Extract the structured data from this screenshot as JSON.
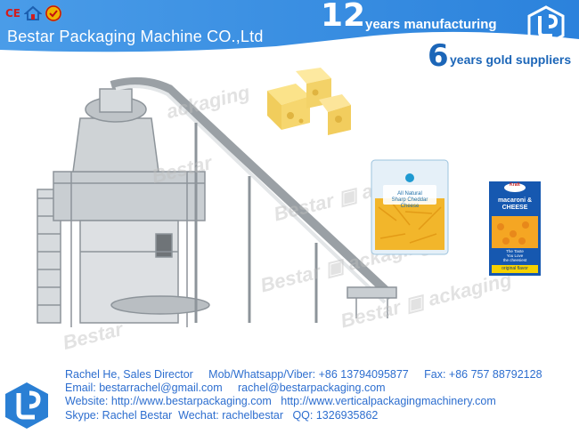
{
  "colors": {
    "banner_blue": "#3a8fe0",
    "banner_dark": "#1c66b8",
    "contact_text": "#2d6ecf",
    "logo_blue": "#2a7fd4"
  },
  "header": {
    "certifications": [
      {
        "name": "ce-mark-icon",
        "label": "CE"
      },
      {
        "name": "house-icon",
        "label": ""
      },
      {
        "name": "quality-badge-icon",
        "label": ""
      }
    ],
    "company_name": "Bestar Packaging Machine CO.,Ltd",
    "years_manufacturing_number": "12",
    "years_manufacturing_text": "years manufacturing",
    "gold_supplier_number": "6",
    "gold_supplier_text": "years  gold suppliers"
  },
  "products": {
    "shred_bag_label_line1": "All Natural",
    "shred_bag_label_line2": "Sharp Cheddar",
    "shred_bag_label_line3": "Cheese",
    "mac_box_brand": "Kraft",
    "mac_box_title_line1": "macaroni &",
    "mac_box_title_line2": "CHEESE",
    "mac_box_tagline_line1": "The Taste",
    "mac_box_tagline_line2": "You Love",
    "mac_box_flavor": "the cheesiest",
    "mac_box_variant": "original flavor"
  },
  "watermark": "Bestar",
  "watermark_suffix": "ackaging",
  "contact": {
    "line1": "Rachel He, Sales Director     Mob/Whatsapp/Viber: +86 13794095877     Fax: +86 757 88792128",
    "line2": "Email: bestarrachel@gmail.com     rachel@bestarpackaging.com",
    "line3": "Website: http://www.bestarpackaging.com   http://www.verticalpackagingmachinery.com",
    "line4": "Skype: Rachel Bestar  Wechat: rachelbestar   QQ: 1326935862"
  }
}
